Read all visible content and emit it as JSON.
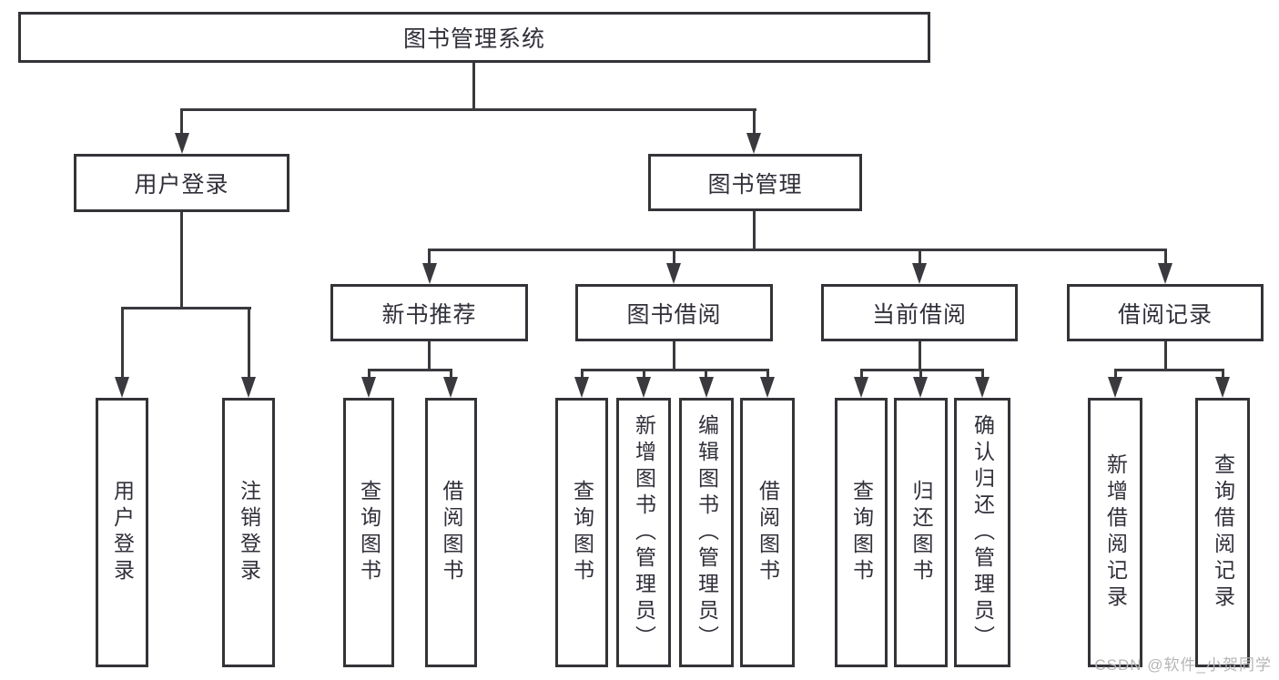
{
  "diagram": {
    "type": "tree",
    "tree": {
      "label": "图书管理系统",
      "children": [
        {
          "label": "用户登录",
          "children": [
            {
              "label": "用户登录"
            },
            {
              "label": "注销登录"
            }
          ]
        },
        {
          "label": "图书管理",
          "children": [
            {
              "label": "新书推荐",
              "children": [
                {
                  "label": "查询图书"
                },
                {
                  "label": "借阅图书"
                }
              ]
            },
            {
              "label": "图书借阅",
              "children": [
                {
                  "label": "查询图书"
                },
                {
                  "label": "新增图书（管理员）"
                },
                {
                  "label": "编辑图书（管理员）"
                },
                {
                  "label": "借阅图书"
                }
              ]
            },
            {
              "label": "当前借阅",
              "children": [
                {
                  "label": "查询图书"
                },
                {
                  "label": "归还图书"
                },
                {
                  "label": "确认归还（管理员）"
                }
              ]
            },
            {
              "label": "借阅记录",
              "children": [
                {
                  "label": "新增借阅记录"
                },
                {
                  "label": "查询借阅记录"
                }
              ]
            }
          ]
        }
      ]
    },
    "colors": {
      "line": "#3a3a3e",
      "box_border": "#333338",
      "text": "#30303a",
      "background": "#ffffff",
      "watermark": "#b5b5b5"
    }
  },
  "watermark": {
    "text": "CSDN @软件_小贺同学"
  }
}
